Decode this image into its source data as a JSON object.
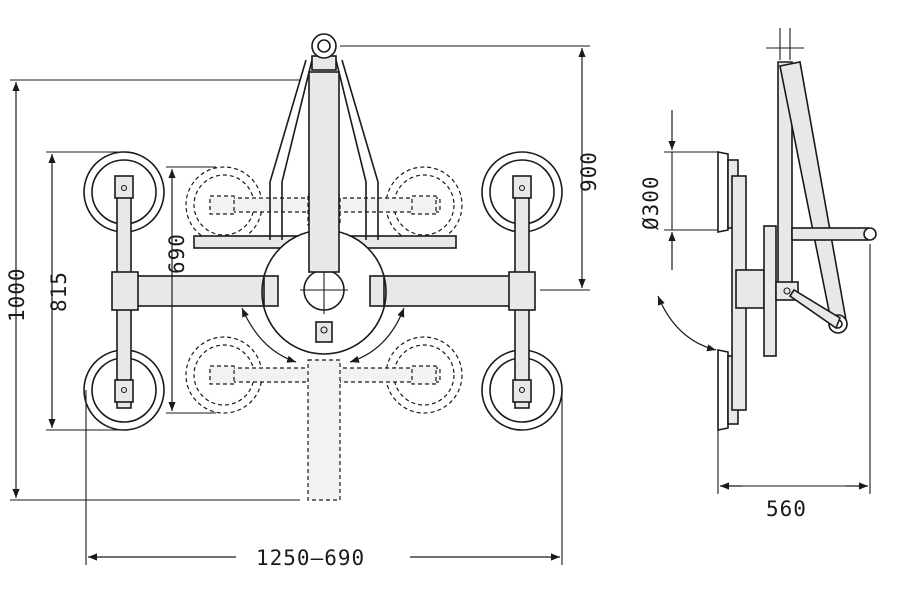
{
  "dimensions": {
    "d1000": "1000",
    "d815": "815",
    "d690": "690",
    "d900": "900",
    "d_span": "1250–690",
    "d_diam": "Ø300",
    "d560": "560"
  },
  "colors": {
    "line": "#1a1a1a",
    "part_fill": "#e8e8e8",
    "background": "#ffffff"
  }
}
